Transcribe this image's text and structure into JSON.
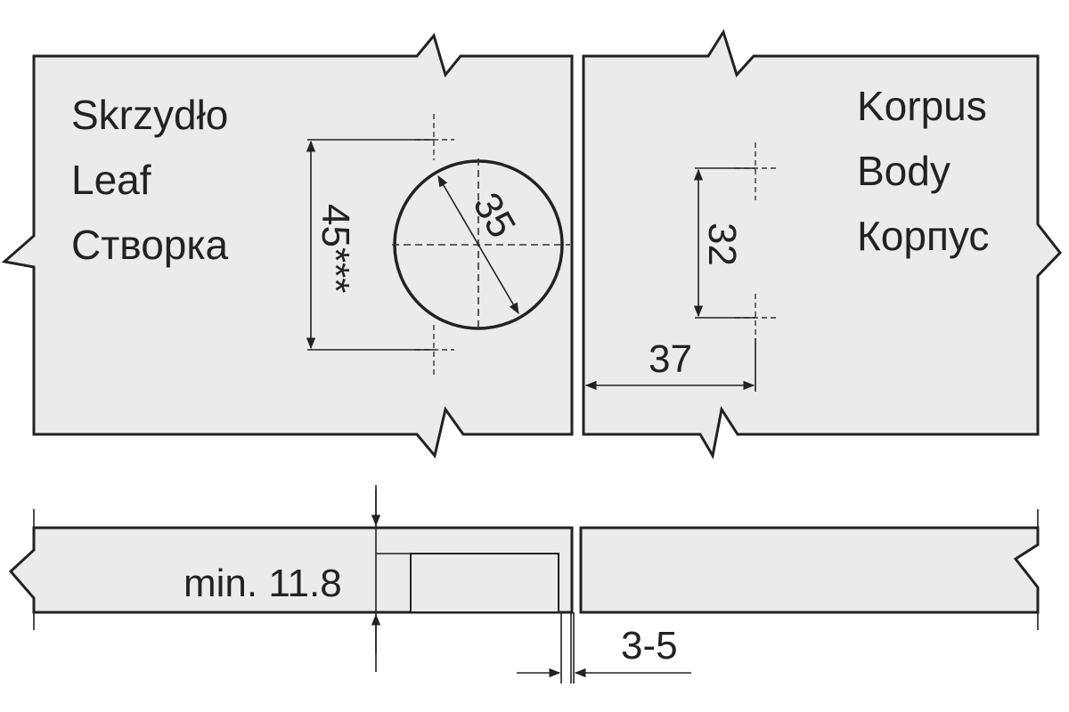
{
  "leaf_labels": {
    "polish": "Skrzydło",
    "english": "Leaf",
    "russian": "Створка"
  },
  "body_labels": {
    "polish": "Korpus",
    "english": "Body",
    "russian": "Корпус"
  },
  "dimensions": {
    "cup_spacing": "45***",
    "cup_diameter": "35",
    "plate_spacing": "32",
    "plate_offset": "37",
    "min_thickness": "min. 11.8",
    "gap": "3-5"
  },
  "colors": {
    "panel_fill": "#ebebeb",
    "line": "#222222"
  }
}
